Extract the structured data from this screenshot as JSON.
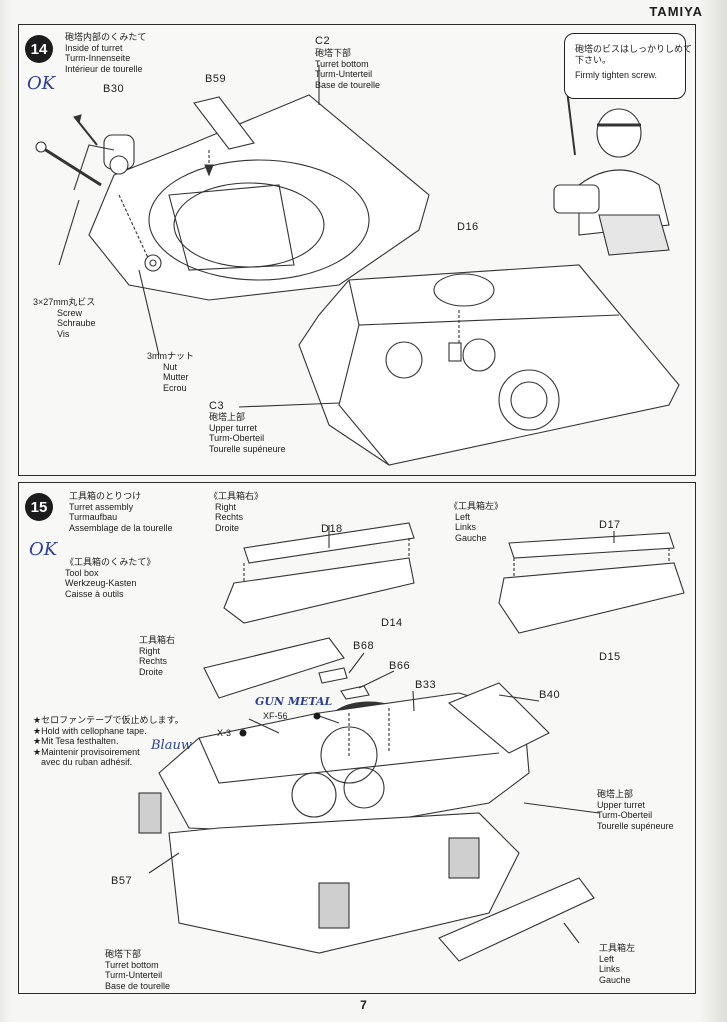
{
  "brand": "TAMIYA",
  "page_number": "7",
  "step14": {
    "number": "14",
    "title_jp": "砲塔内部のくみたて",
    "title_en": "Inside of turret",
    "title_de": "Turm-Innenseite",
    "title_fr": "Intérieur de tourelle",
    "handwritten_ok": "OK",
    "bubble_jp_1": "砲塔のビスはしっかりしめて",
    "bubble_jp_2": "下さい。",
    "bubble_en": "Firmly tighten screw.",
    "parts": {
      "b59": "B59",
      "b30": "B30",
      "c2": "C2",
      "d16": "D16",
      "c3": "C3"
    },
    "c2_label": {
      "jp": "砲塔下部",
      "en": "Turret bottom",
      "de": "Turm-Unterteil",
      "fr": "Base de tourelle"
    },
    "c3_label": {
      "jp": "砲塔上部",
      "en": "Upper turret",
      "de": "Turm-Oberteil",
      "fr": "Tourelle supéneure"
    },
    "screw": {
      "jp": "3×27mm丸ビス",
      "en": "Screw",
      "de": "Schraube",
      "fr": "Vis"
    },
    "nut": {
      "jp": "3mmナット",
      "en": "Nut",
      "de": "Mutter",
      "fr": "Ecrou"
    }
  },
  "step15": {
    "number": "15",
    "title_jp": "工具箱のとりつけ",
    "title_en": "Turret assembly",
    "title_de": "Turmaufbau",
    "title_fr": "Assemblage de la tourelle",
    "handwritten_ok": "OK",
    "toolbox": {
      "jp": "《工具箱のくみたて》",
      "en": "Tool box",
      "de": "Werkzeug-Kasten",
      "fr": "Caisse à outils"
    },
    "right_box": {
      "jp": "《工具箱右》",
      "en": "Right",
      "de": "Rechts",
      "fr": "Droite"
    },
    "left_box": {
      "jp": "《工具箱左》",
      "en": "Left",
      "de": "Links",
      "fr": "Gauche"
    },
    "right_box2": {
      "jp": "工具箱右",
      "en": "Right",
      "de": "Rechts",
      "fr": "Droite"
    },
    "left_box2": {
      "jp": "工具箱左",
      "en": "Left",
      "de": "Links",
      "fr": "Gauche"
    },
    "tape": {
      "jp": "★セロファンテープで仮止めします。",
      "en": "★Hold with cellophane tape.",
      "de": "★Mit Tesa festhalten.",
      "fr1": "★Maintenir provisoirement",
      "fr2": "avec du ruban adhésif."
    },
    "upper_turret": {
      "jp": "砲塔上部",
      "en": "Upper turret",
      "de": "Turm-Oberteil",
      "fr": "Tourelle supéneure"
    },
    "turret_bottom": {
      "jp": "砲塔下部",
      "en": "Turret bottom",
      "de": "Turm-Unterteil",
      "fr": "Base de tourelle"
    },
    "parts": {
      "d18": "D18",
      "d17": "D17",
      "d14": "D14",
      "d15": "D15",
      "b68": "B68",
      "b66": "B66",
      "b33": "B33",
      "b40": "B40",
      "b57": "B57"
    },
    "paint_xf56": "XF-56",
    "paint_x3": "X-3",
    "handwritten_gunmetal": "GUN METAL",
    "handwritten_blau": "Blauw"
  }
}
